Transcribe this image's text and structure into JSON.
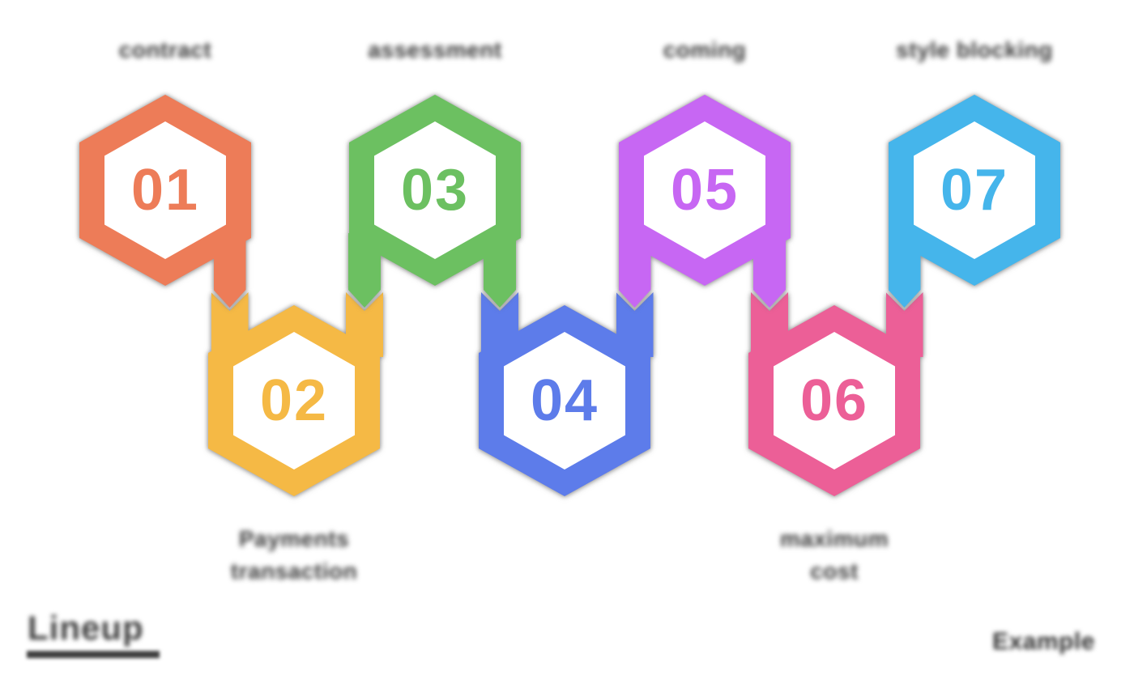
{
  "canvas": {
    "background": "#ffffff",
    "outline_shadow": "#8a8a8a",
    "label_color": "#3b3b3b",
    "labels_blurred": true
  },
  "steps": [
    {
      "number": "01",
      "color": "#ED7C58",
      "row": "top",
      "label_line1": "contract",
      "label_line2": "",
      "label_position": "above"
    },
    {
      "number": "02",
      "color": "#F5B945",
      "row": "bottom",
      "label_line1": "Payments",
      "label_line2": "transaction",
      "label_position": "below"
    },
    {
      "number": "03",
      "color": "#6CC061",
      "row": "top",
      "label_line1": "assessment",
      "label_line2": "",
      "label_position": "above"
    },
    {
      "number": "04",
      "color": "#5D7CEA",
      "row": "bottom",
      "label_line1": "",
      "label_line2": "",
      "label_position": ""
    },
    {
      "number": "05",
      "color": "#C767F3",
      "row": "top",
      "label_line1": "coming",
      "label_line2": "",
      "label_position": "above"
    },
    {
      "number": "06",
      "color": "#EC5F97",
      "row": "bottom",
      "label_line1": "maximum",
      "label_line2": "cost",
      "label_position": "below"
    },
    {
      "number": "07",
      "color": "#45B5EB",
      "row": "top",
      "label_line1": "style blocking",
      "label_line2": "",
      "label_position": "above"
    }
  ],
  "footer": {
    "logo_text": "Lineup",
    "watermark_text": "Example"
  }
}
